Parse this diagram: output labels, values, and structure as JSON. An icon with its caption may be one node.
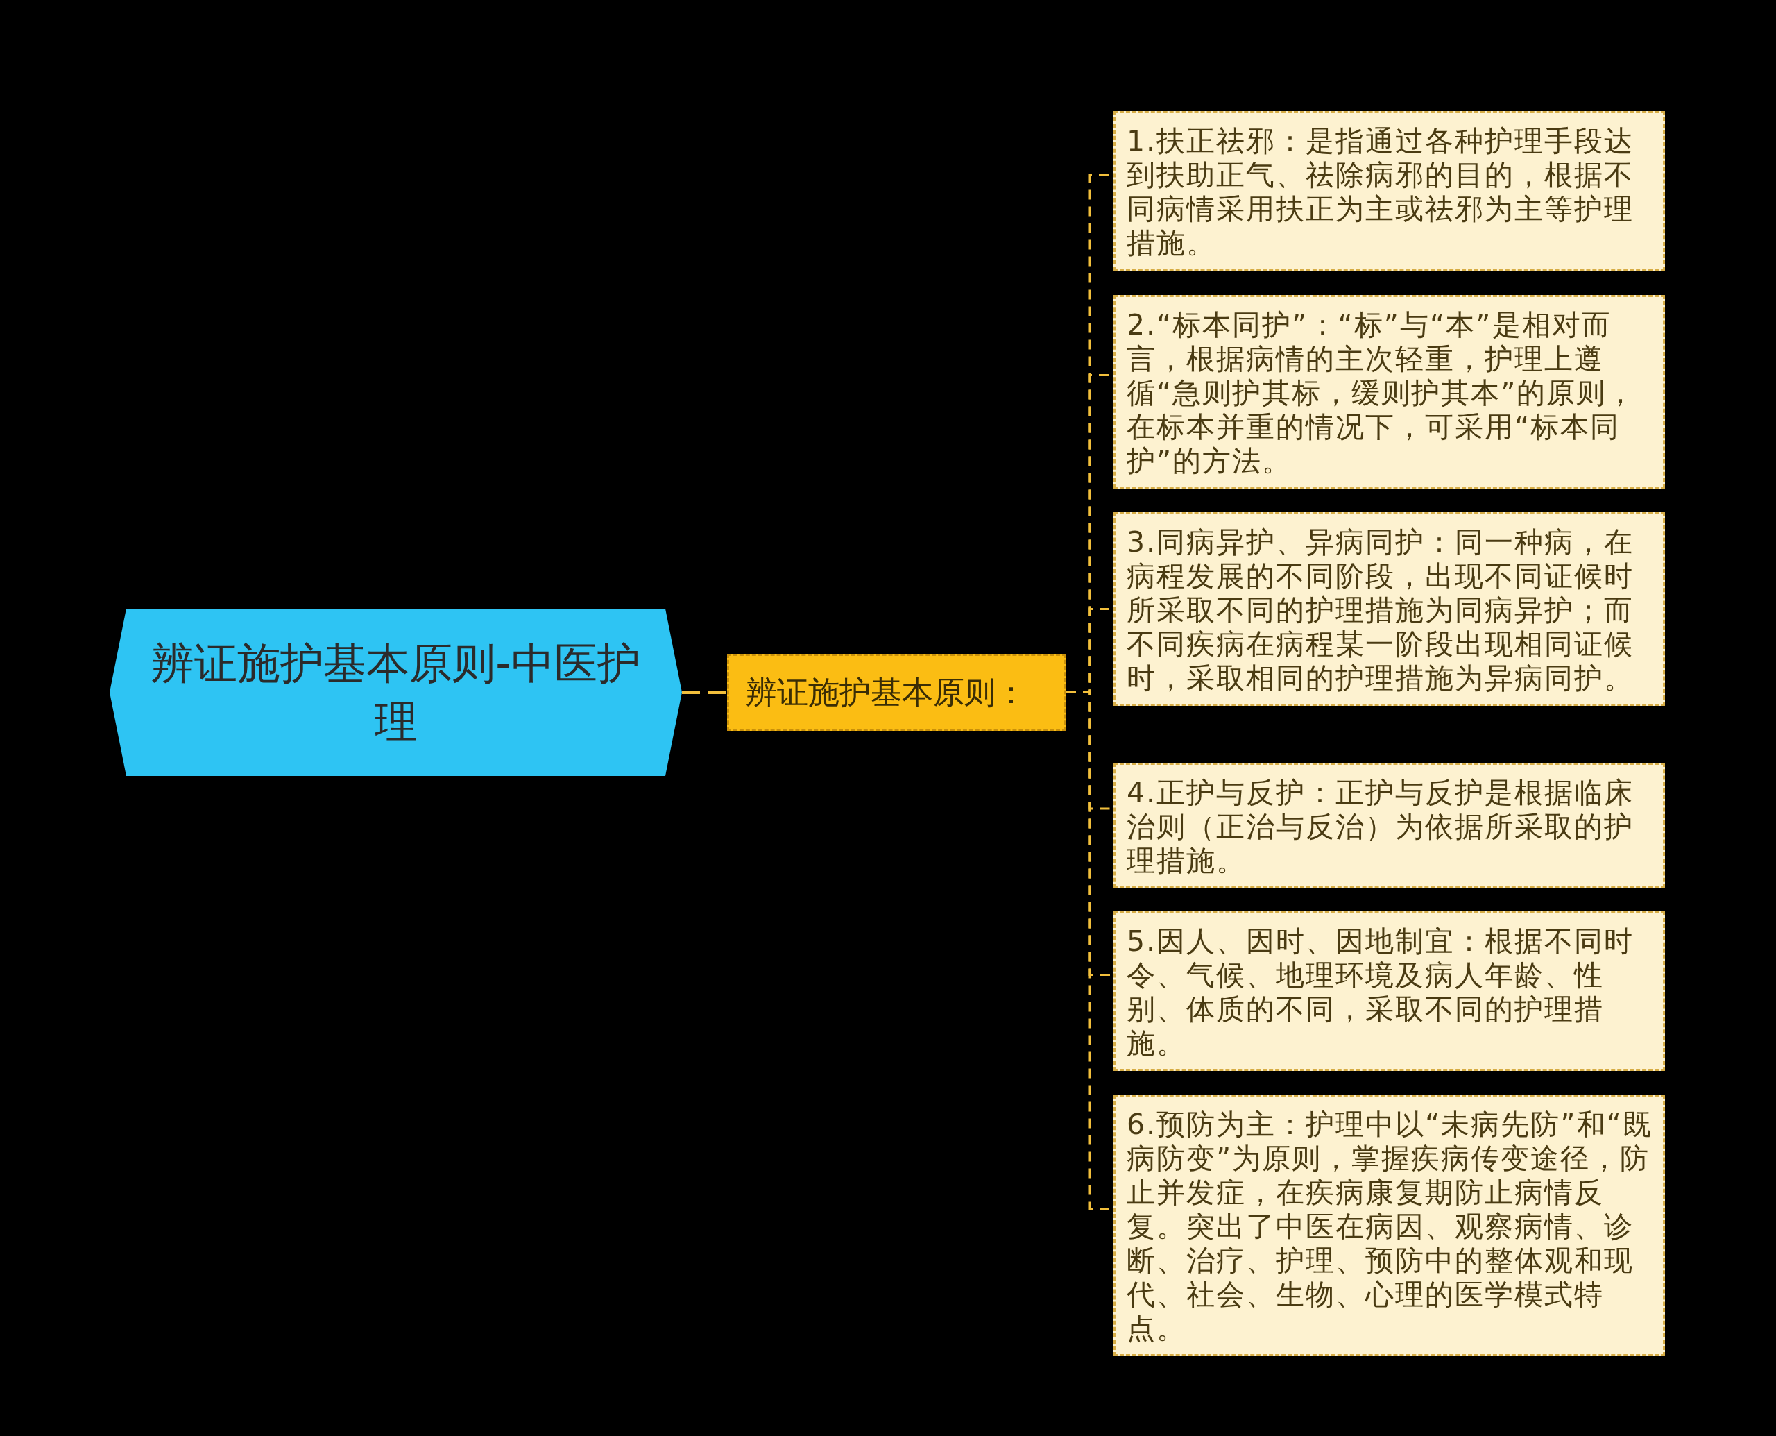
{
  "diagram": {
    "nodes": [
      {
        "text": [
          "辨证施护基本原则-中医护理"
        ]
      },
      {
        "text": [
          "辨证施护基本原则："
        ]
      },
      {
        "text": [
          "1.扶正祛邪：是指通过各种护理手段达到扶助正气、祛除病邪的目的，根据不同病情采用扶正为主或祛邪为主等护理措施。"
        ]
      },
      {
        "text": [
          "2.“标本同护”：“标”与“本”是相对而言，根据病情的主次轻重，护理上遵循“急则护其标，缓则护其本”的原则，在标本并重的情况下，可采用“标本同护”的方法。"
        ]
      },
      {
        "text": [
          "3.同病异护、异病同护：同一种病，在病程发展的不同阶段，出现不同证候时所采取不同的护理措施为同病异护；而不同疾病在病程某一阶段出现相同证候时，采取相同的护理措施为异病同护。"
        ]
      },
      {
        "text": [
          "4.正护与反护：正护与反护是根据临床治则（正治与反治）为依据所采取的护理措施。"
        ]
      },
      {
        "text": [
          "5.因人、因时、因地制宜：根据不同时令、气候、地理环境及病人年龄、性别、体质的不同，采取不同的护理措施。"
        ]
      },
      {
        "text": [
          "6.预防为主：护理中以“未病先防”和“既病防变”为原则，掌握疾病传变途径，防止并发症，在疾病康复期防止病情反复。突出了中医在病因、观察病情、诊断、治疗、护理、预防中的整体观和现代、社会、生物、心理的医学模式特点。"
        ]
      }
    ],
    "edges": [
      {
        "from": 0,
        "to": 1,
        "arrow": "none",
        "style": "dashed"
      },
      {
        "from": 1,
        "to": 2,
        "arrow": "none",
        "style": "dashed"
      },
      {
        "from": 1,
        "to": 3,
        "arrow": "none",
        "style": "dashed"
      },
      {
        "from": 1,
        "to": 4,
        "arrow": "none",
        "style": "dashed"
      },
      {
        "from": 1,
        "to": 5,
        "arrow": "none",
        "style": "dashed"
      },
      {
        "from": 1,
        "to": 6,
        "arrow": "none",
        "style": "dashed"
      },
      {
        "from": 1,
        "to": 7,
        "arrow": "none",
        "style": "dashed"
      }
    ]
  }
}
